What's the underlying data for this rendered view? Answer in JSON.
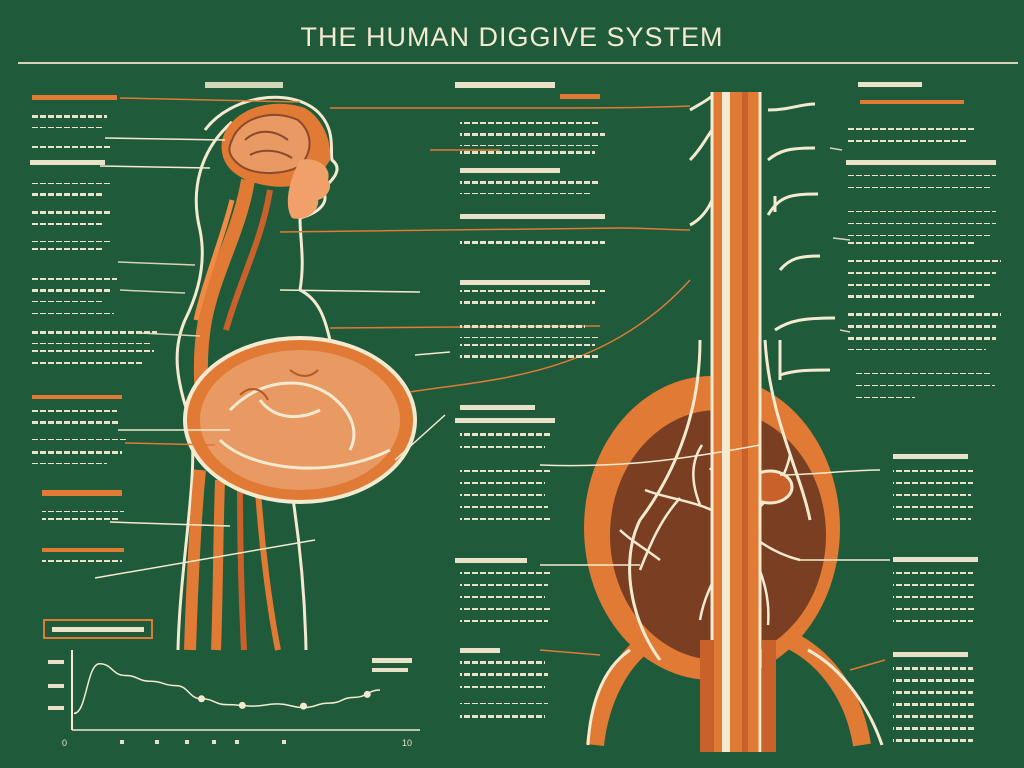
{
  "title": "THE HUMAN DIGGIVE SYSTEM",
  "colors": {
    "background": "#1f5a3a",
    "organ_orange": "#e07a35",
    "organ_light": "#e89a62",
    "organ_dark": "#8a4a2e",
    "outline": "#f4ead0",
    "text": "#e9e2c8"
  },
  "chart_data": {
    "type": "line",
    "title": "",
    "xlabel": "",
    "ylabel": "",
    "x": [
      0,
      1,
      2,
      3,
      4,
      5,
      6,
      7,
      8,
      9,
      10,
      11,
      12
    ],
    "series": [
      {
        "values": [
          20,
          88,
          72,
          64,
          58,
          40,
          32,
          30,
          33,
          28,
          34,
          42,
          52
        ]
      }
    ],
    "markers": [
      {
        "x": 5,
        "y": 40
      },
      {
        "x": 6.6,
        "y": 31
      },
      {
        "x": 9,
        "y": 30
      },
      {
        "x": 11.5,
        "y": 46
      }
    ],
    "x_tick_labels": [
      "0",
      "",
      "",
      "",
      "",
      "",
      "",
      "",
      "",
      "",
      "",
      "",
      "10"
    ],
    "ylim": [
      0,
      100
    ],
    "grid": false
  }
}
